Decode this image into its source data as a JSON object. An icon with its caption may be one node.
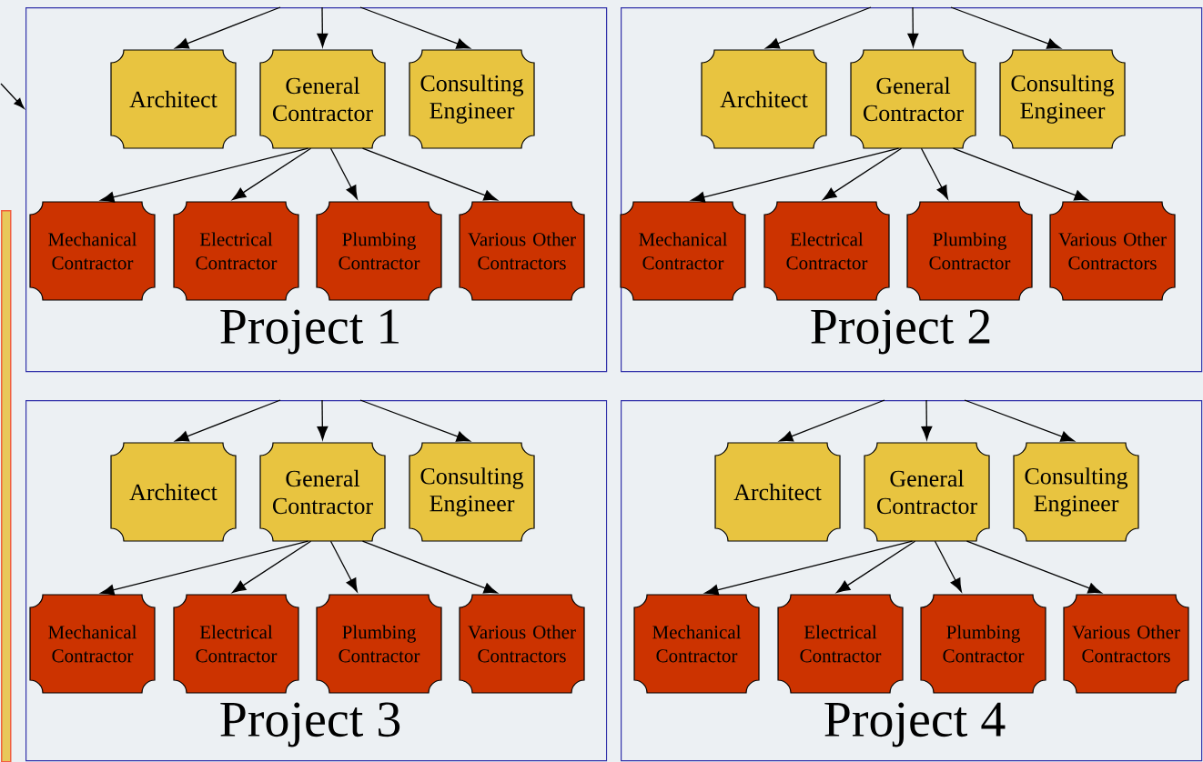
{
  "diagram": {
    "nodes": [
      {
        "text": [
          "Project 1"
        ]
      },
      {
        "text": [
          "Architect"
        ],
        "in": 0
      },
      {
        "text": [
          "General Contractor"
        ],
        "in": 0
      },
      {
        "text": [
          "Consulting Engineer"
        ],
        "in": 0
      },
      {
        "text": [
          "Mechanical Contractor"
        ],
        "in": 0
      },
      {
        "text": [
          "Electrical Contractor"
        ],
        "in": 0
      },
      {
        "text": [
          "Plumbing Contractor"
        ],
        "in": 0
      },
      {
        "text": [
          "Various Other Contractors"
        ],
        "in": 0
      },
      {
        "text": [
          "Project 2"
        ]
      },
      {
        "text": [
          "Architect"
        ],
        "in": 8
      },
      {
        "text": [
          "General Contractor"
        ],
        "in": 8
      },
      {
        "text": [
          "Consulting Engineer"
        ],
        "in": 8
      },
      {
        "text": [
          "Mechanical Contractor"
        ],
        "in": 8
      },
      {
        "text": [
          "Electrical Contractor"
        ],
        "in": 8
      },
      {
        "text": [
          "Plumbing Contractor"
        ],
        "in": 8
      },
      {
        "text": [
          "Various Other Contractors"
        ],
        "in": 8
      },
      {
        "text": [
          "Project 3"
        ]
      },
      {
        "text": [
          "Architect"
        ],
        "in": 16
      },
      {
        "text": [
          "General Contractor"
        ],
        "in": 16
      },
      {
        "text": [
          "Consulting Engineer"
        ],
        "in": 16
      },
      {
        "text": [
          "Mechanical Contractor"
        ],
        "in": 16
      },
      {
        "text": [
          "Electrical Contractor"
        ],
        "in": 16
      },
      {
        "text": [
          "Plumbing Contractor"
        ],
        "in": 16
      },
      {
        "text": [
          "Various Other Contractors"
        ],
        "in": 16
      },
      {
        "text": [
          "Project 4"
        ]
      },
      {
        "text": [
          "Architect"
        ],
        "in": 24
      },
      {
        "text": [
          "General Contractor"
        ],
        "in": 24
      },
      {
        "text": [
          "Consulting Engineer"
        ],
        "in": 24
      },
      {
        "text": [
          "Mechanical Contractor"
        ],
        "in": 24
      },
      {
        "text": [
          "Electrical Contractor"
        ],
        "in": 24
      },
      {
        "text": [
          "Plumbing Contractor"
        ],
        "in": 24
      },
      {
        "text": [
          "Various Other Contractors"
        ],
        "in": 24
      },
      {
        "text": [],
        "shape": "box"
      }
    ],
    "edges": [
      {
        "from": null,
        "to": 0,
        "arrow": "to"
      },
      {
        "from": null,
        "to": 1,
        "arrow": "to"
      },
      {
        "from": null,
        "to": 2,
        "arrow": "to"
      },
      {
        "from": null,
        "to": 3,
        "arrow": "to"
      },
      {
        "from": 2,
        "to": 4,
        "arrow": "to"
      },
      {
        "from": 2,
        "to": 5,
        "arrow": "to"
      },
      {
        "from": 2,
        "to": 6,
        "arrow": "to"
      },
      {
        "from": 2,
        "to": 7,
        "arrow": "to"
      },
      {
        "from": null,
        "to": 9,
        "arrow": "to"
      },
      {
        "from": null,
        "to": 10,
        "arrow": "to"
      },
      {
        "from": null,
        "to": 11,
        "arrow": "to"
      },
      {
        "from": 10,
        "to": 12,
        "arrow": "to"
      },
      {
        "from": 10,
        "to": 13,
        "arrow": "to"
      },
      {
        "from": 10,
        "to": 14,
        "arrow": "to"
      },
      {
        "from": 10,
        "to": 15,
        "arrow": "to"
      },
      {
        "from": null,
        "to": 17,
        "arrow": "to"
      },
      {
        "from": null,
        "to": 18,
        "arrow": "to"
      },
      {
        "from": null,
        "to": 19,
        "arrow": "to"
      },
      {
        "from": 18,
        "to": 20,
        "arrow": "to"
      },
      {
        "from": 18,
        "to": 21,
        "arrow": "to"
      },
      {
        "from": 18,
        "to": 22,
        "arrow": "to"
      },
      {
        "from": 18,
        "to": 23,
        "arrow": "to"
      },
      {
        "from": null,
        "to": 25,
        "arrow": "to"
      },
      {
        "from": null,
        "to": 26,
        "arrow": "to"
      },
      {
        "from": null,
        "to": 27,
        "arrow": "to"
      },
      {
        "from": 26,
        "to": 28,
        "arrow": "to"
      },
      {
        "from": 26,
        "to": 29,
        "arrow": "to"
      },
      {
        "from": 26,
        "to": 30,
        "arrow": "to"
      },
      {
        "from": 26,
        "to": 31,
        "arrow": "to"
      }
    ]
  }
}
